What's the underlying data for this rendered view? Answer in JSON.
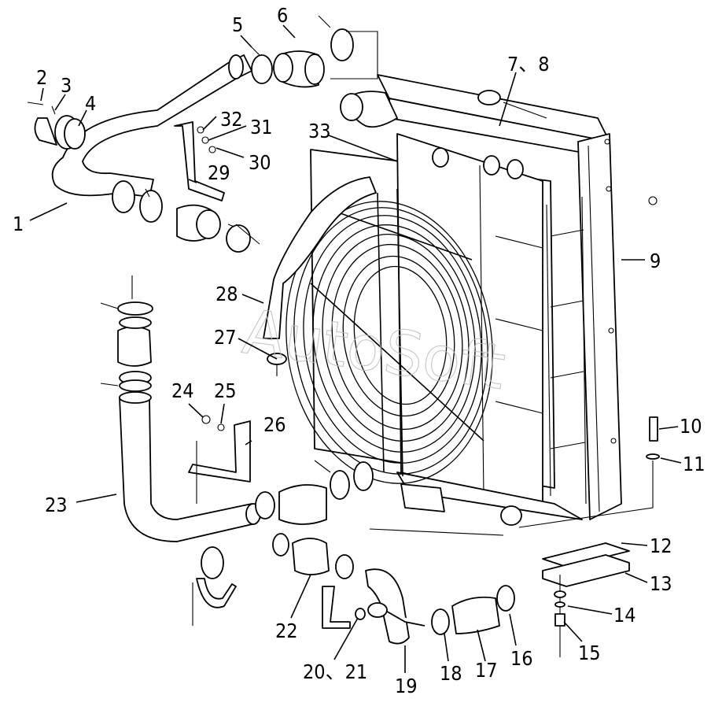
{
  "callouts": [
    {
      "id": "1",
      "text": "1"
    },
    {
      "id": "2",
      "text": "2"
    },
    {
      "id": "3",
      "text": "3"
    },
    {
      "id": "4",
      "text": "4"
    },
    {
      "id": "5",
      "text": "5"
    },
    {
      "id": "6",
      "text": "6"
    },
    {
      "id": "7-8",
      "text": "7、8"
    },
    {
      "id": "9",
      "text": "9"
    },
    {
      "id": "10",
      "text": "10"
    },
    {
      "id": "11",
      "text": "11"
    },
    {
      "id": "12",
      "text": "12"
    },
    {
      "id": "13",
      "text": "13"
    },
    {
      "id": "14",
      "text": "14"
    },
    {
      "id": "15",
      "text": "15"
    },
    {
      "id": "16",
      "text": "16"
    },
    {
      "id": "17",
      "text": "17"
    },
    {
      "id": "18",
      "text": "18"
    },
    {
      "id": "19",
      "text": "19"
    },
    {
      "id": "20-21",
      "text": "20、21"
    },
    {
      "id": "22",
      "text": "22"
    },
    {
      "id": "23",
      "text": "23"
    },
    {
      "id": "24",
      "text": "24"
    },
    {
      "id": "25",
      "text": "25"
    },
    {
      "id": "26",
      "text": "26"
    },
    {
      "id": "27",
      "text": "27"
    },
    {
      "id": "28",
      "text": "28"
    },
    {
      "id": "29",
      "text": "29"
    },
    {
      "id": "30",
      "text": "30"
    },
    {
      "id": "31",
      "text": "31"
    },
    {
      "id": "32",
      "text": "32"
    },
    {
      "id": "33",
      "text": "33"
    }
  ],
  "watermark": "AutoSoft",
  "colors": {
    "line": "#000000",
    "background": "#ffffff",
    "watermark": "#bdbdbd"
  }
}
